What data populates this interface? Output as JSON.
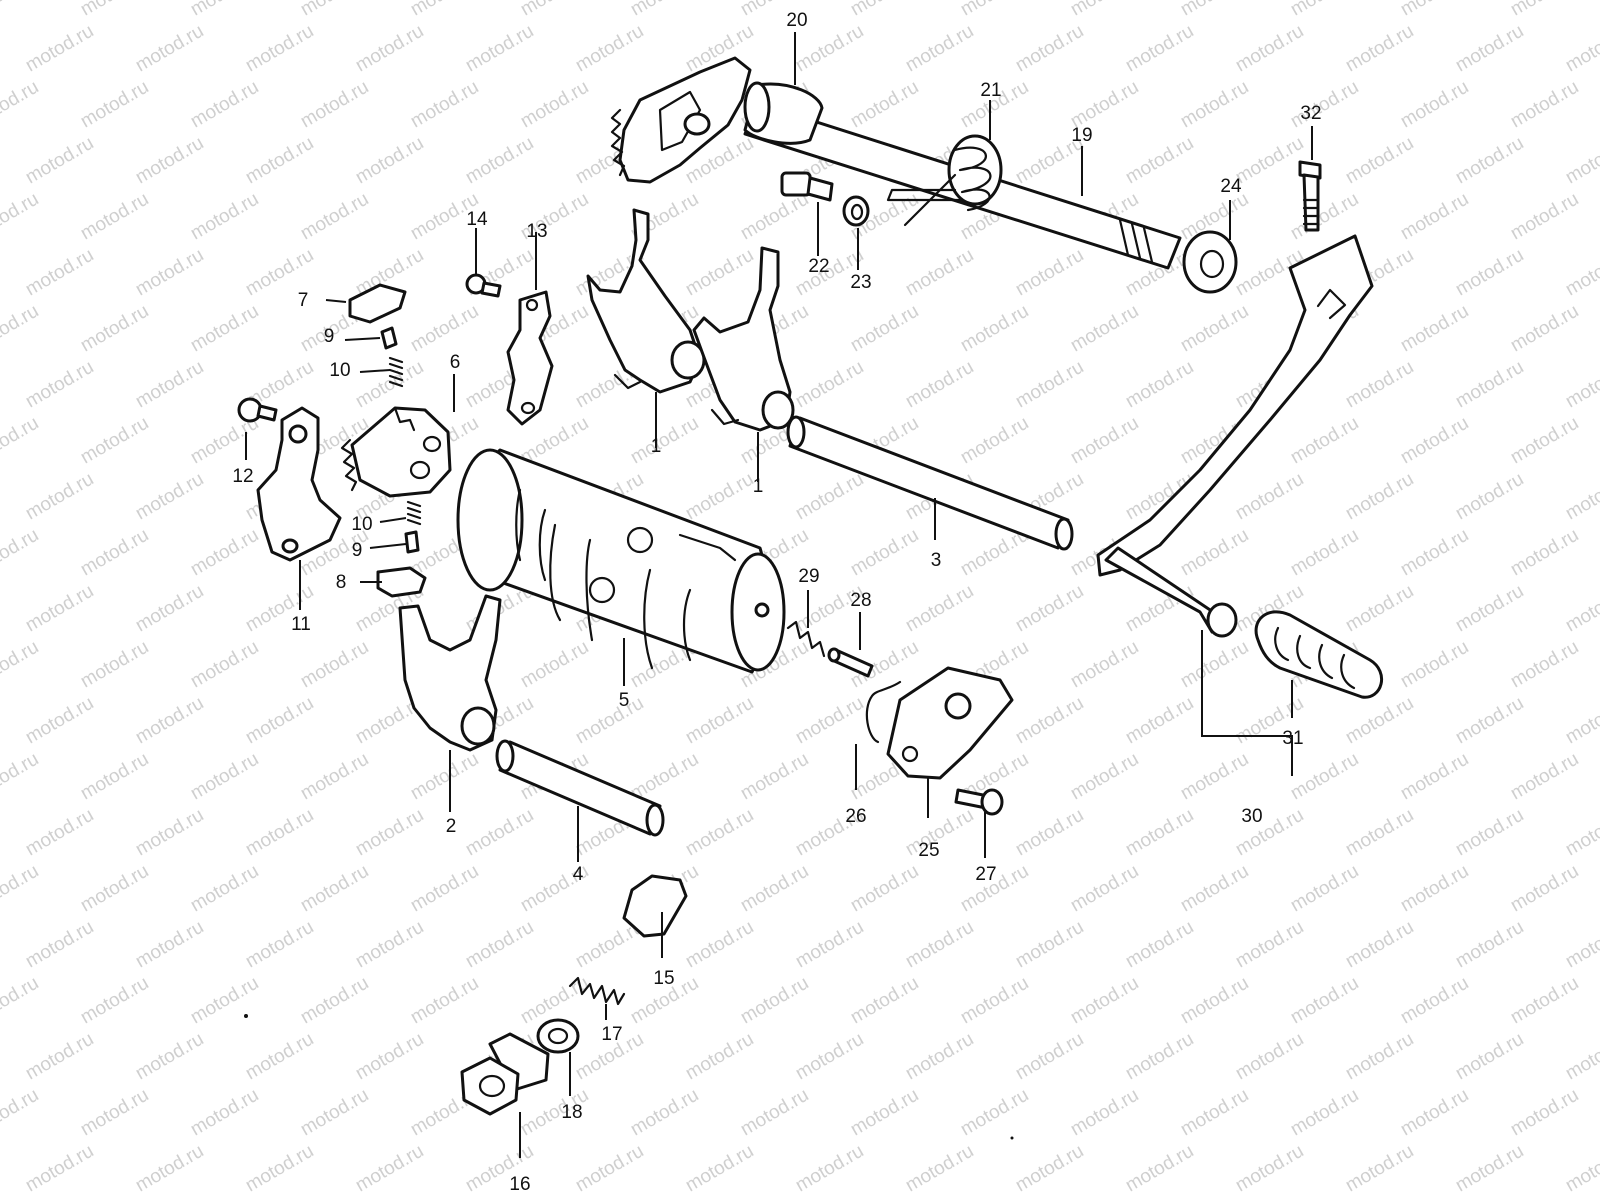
{
  "watermark_text": "motod.ru",
  "parts": [
    {
      "id": "fork-a",
      "number": "1"
    },
    {
      "id": "fork-b",
      "number": "1"
    },
    {
      "id": "fork-2",
      "number": "2"
    },
    {
      "id": "shaft-3",
      "number": "3"
    },
    {
      "id": "shaft-4",
      "number": "4"
    },
    {
      "id": "gearshift-cam",
      "number": "5"
    },
    {
      "id": "cam-driven-gear",
      "number": "6"
    },
    {
      "id": "pawl-7",
      "number": "7"
    },
    {
      "id": "pawl-8",
      "number": "8"
    },
    {
      "id": "pin-9a",
      "number": "9"
    },
    {
      "id": "pin-9b",
      "number": "9"
    },
    {
      "id": "spring-10a",
      "number": "10"
    },
    {
      "id": "spring-10b",
      "number": "10"
    },
    {
      "id": "plate-11",
      "number": "11"
    },
    {
      "id": "screw-12",
      "number": "12"
    },
    {
      "id": "stopper-13",
      "number": "13"
    },
    {
      "id": "screw-14",
      "number": "14"
    },
    {
      "id": "stopper-15",
      "number": "15"
    },
    {
      "id": "bolt-16",
      "number": "16"
    },
    {
      "id": "spring-17",
      "number": "17"
    },
    {
      "id": "washer-18",
      "number": "18"
    },
    {
      "id": "shift-shaft-19",
      "number": "19"
    },
    {
      "id": "shift-arm-20",
      "number": "20"
    },
    {
      "id": "return-spring-21",
      "number": "21"
    },
    {
      "id": "bolt-22",
      "number": "22"
    },
    {
      "id": "washer-23",
      "number": "23"
    },
    {
      "id": "oil-seal-24",
      "number": "24"
    },
    {
      "id": "cover-25",
      "number": "25"
    },
    {
      "id": "gasket-26",
      "number": "26"
    },
    {
      "id": "screw-27",
      "number": "27"
    },
    {
      "id": "pin-28",
      "number": "28"
    },
    {
      "id": "spring-29",
      "number": "29"
    },
    {
      "id": "lever-30",
      "number": "30"
    },
    {
      "id": "rubber-31",
      "number": "31"
    },
    {
      "id": "bolt-32",
      "number": "32"
    }
  ]
}
